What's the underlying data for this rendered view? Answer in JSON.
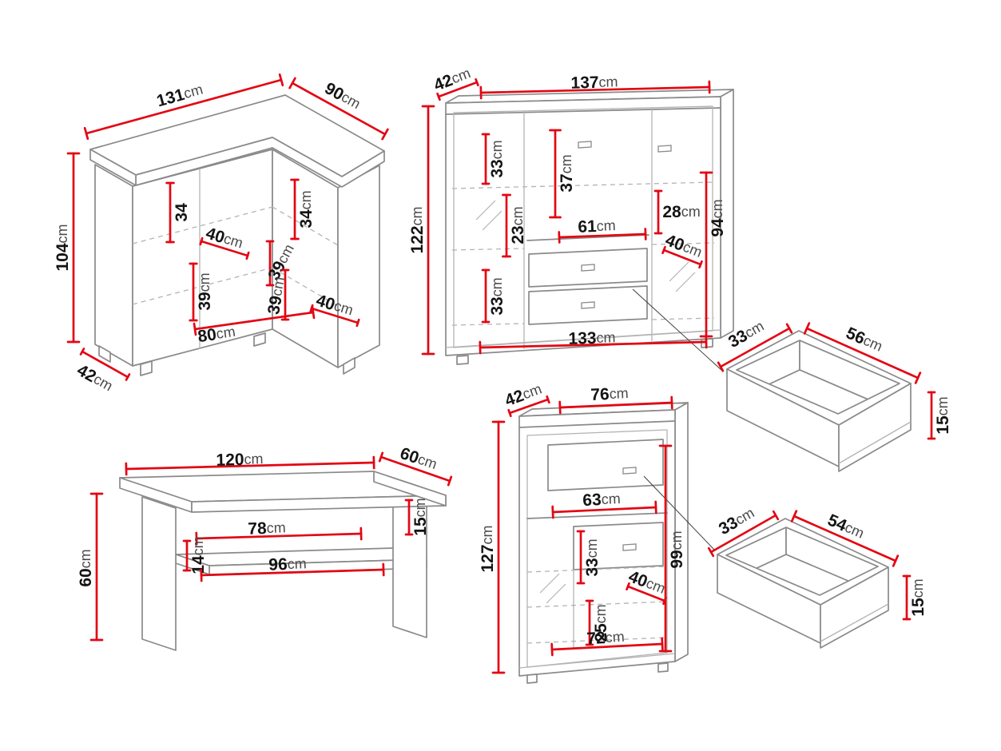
{
  "diagram": {
    "background": "#ffffff",
    "colors": {
      "outline": "#8a8a8a",
      "outline_soft": "#b3b3b3",
      "dimension": "#e30613",
      "number": "#141414",
      "unit": "#4a4a4a",
      "pointer": "#3c3c3c"
    }
  },
  "pieces": {
    "corner_tv_stand": {
      "dims": [
        {
          "v": "131",
          "u": "cm"
        },
        {
          "v": "90",
          "u": "cm"
        },
        {
          "v": "104",
          "u": "cm"
        },
        {
          "v": "42",
          "u": "cm"
        },
        {
          "v": "34",
          "u": "cm"
        },
        {
          "v": "40",
          "u": "cm"
        },
        {
          "v": "34",
          "u": "cm"
        },
        {
          "v": "39",
          "u": "cm"
        },
        {
          "v": "39",
          "u": "cm"
        },
        {
          "v": "39",
          "u": "cm"
        },
        {
          "v": "40",
          "u": "cm"
        },
        {
          "v": "80",
          "u": "cm"
        }
      ]
    },
    "sideboard": {
      "dims": [
        {
          "v": "42",
          "u": "cm"
        },
        {
          "v": "137",
          "u": "cm"
        },
        {
          "v": "122",
          "u": "cm"
        },
        {
          "v": "33",
          "u": "cm"
        },
        {
          "v": "37",
          "u": "cm"
        },
        {
          "v": "23",
          "u": "cm"
        },
        {
          "v": "28",
          "u": "cm"
        },
        {
          "v": "94",
          "u": "cm"
        },
        {
          "v": "61",
          "u": "cm"
        },
        {
          "v": "40",
          "u": "cm"
        },
        {
          "v": "33",
          "u": "cm"
        },
        {
          "v": "133",
          "u": "cm"
        }
      ]
    },
    "drawer_large": {
      "dims": [
        {
          "v": "33",
          "u": "cm"
        },
        {
          "v": "56",
          "u": "cm"
        },
        {
          "v": "15",
          "u": "cm"
        }
      ]
    },
    "coffee_table": {
      "dims": [
        {
          "v": "120",
          "u": "cm"
        },
        {
          "v": "60",
          "u": "cm"
        },
        {
          "v": "60",
          "u": "cm"
        },
        {
          "v": "15",
          "u": "cm"
        },
        {
          "v": "78",
          "u": "cm"
        },
        {
          "v": "14",
          "u": "cm"
        },
        {
          "v": "96",
          "u": "cm"
        }
      ]
    },
    "tall_cabinet": {
      "dims": [
        {
          "v": "42",
          "u": "cm"
        },
        {
          "v": "76",
          "u": "cm"
        },
        {
          "v": "127",
          "u": "cm"
        },
        {
          "v": "63",
          "u": "cm"
        },
        {
          "v": "99",
          "u": "cm"
        },
        {
          "v": "33",
          "u": "cm"
        },
        {
          "v": "40",
          "u": "cm"
        },
        {
          "v": "25",
          "u": "cm"
        },
        {
          "v": "72",
          "u": "cm"
        }
      ]
    },
    "drawer_small": {
      "dims": [
        {
          "v": "33",
          "u": "cm"
        },
        {
          "v": "54",
          "u": "cm"
        },
        {
          "v": "15",
          "u": "cm"
        }
      ]
    }
  }
}
